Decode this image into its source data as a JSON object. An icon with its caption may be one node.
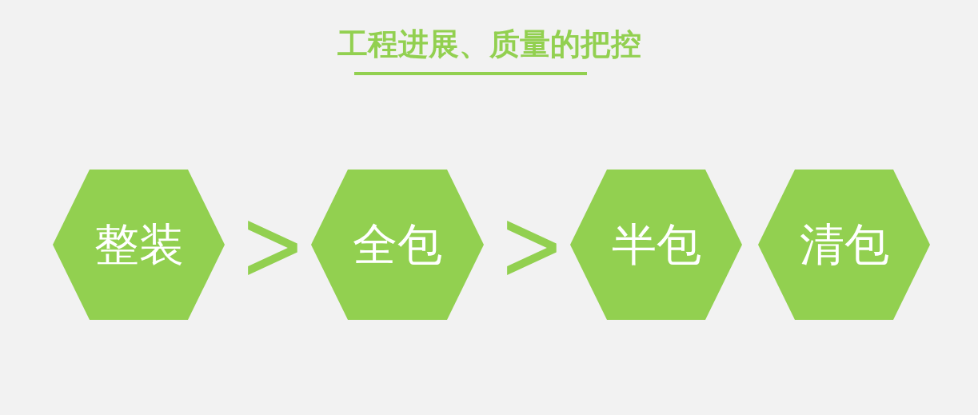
{
  "diagram": {
    "title": "工程进展、质量的把控",
    "nodes": [
      {
        "text": [
          "整装"
        ]
      },
      {
        "text": [
          "全包"
        ]
      },
      {
        "text": [
          "半包"
        ]
      },
      {
        "text": [
          "清包"
        ]
      }
    ],
    "edges": [
      {
        "from": 0,
        "to": 1,
        "arrow": "to"
      },
      {
        "from": 1,
        "to": 2,
        "arrow": "to"
      }
    ]
  }
}
